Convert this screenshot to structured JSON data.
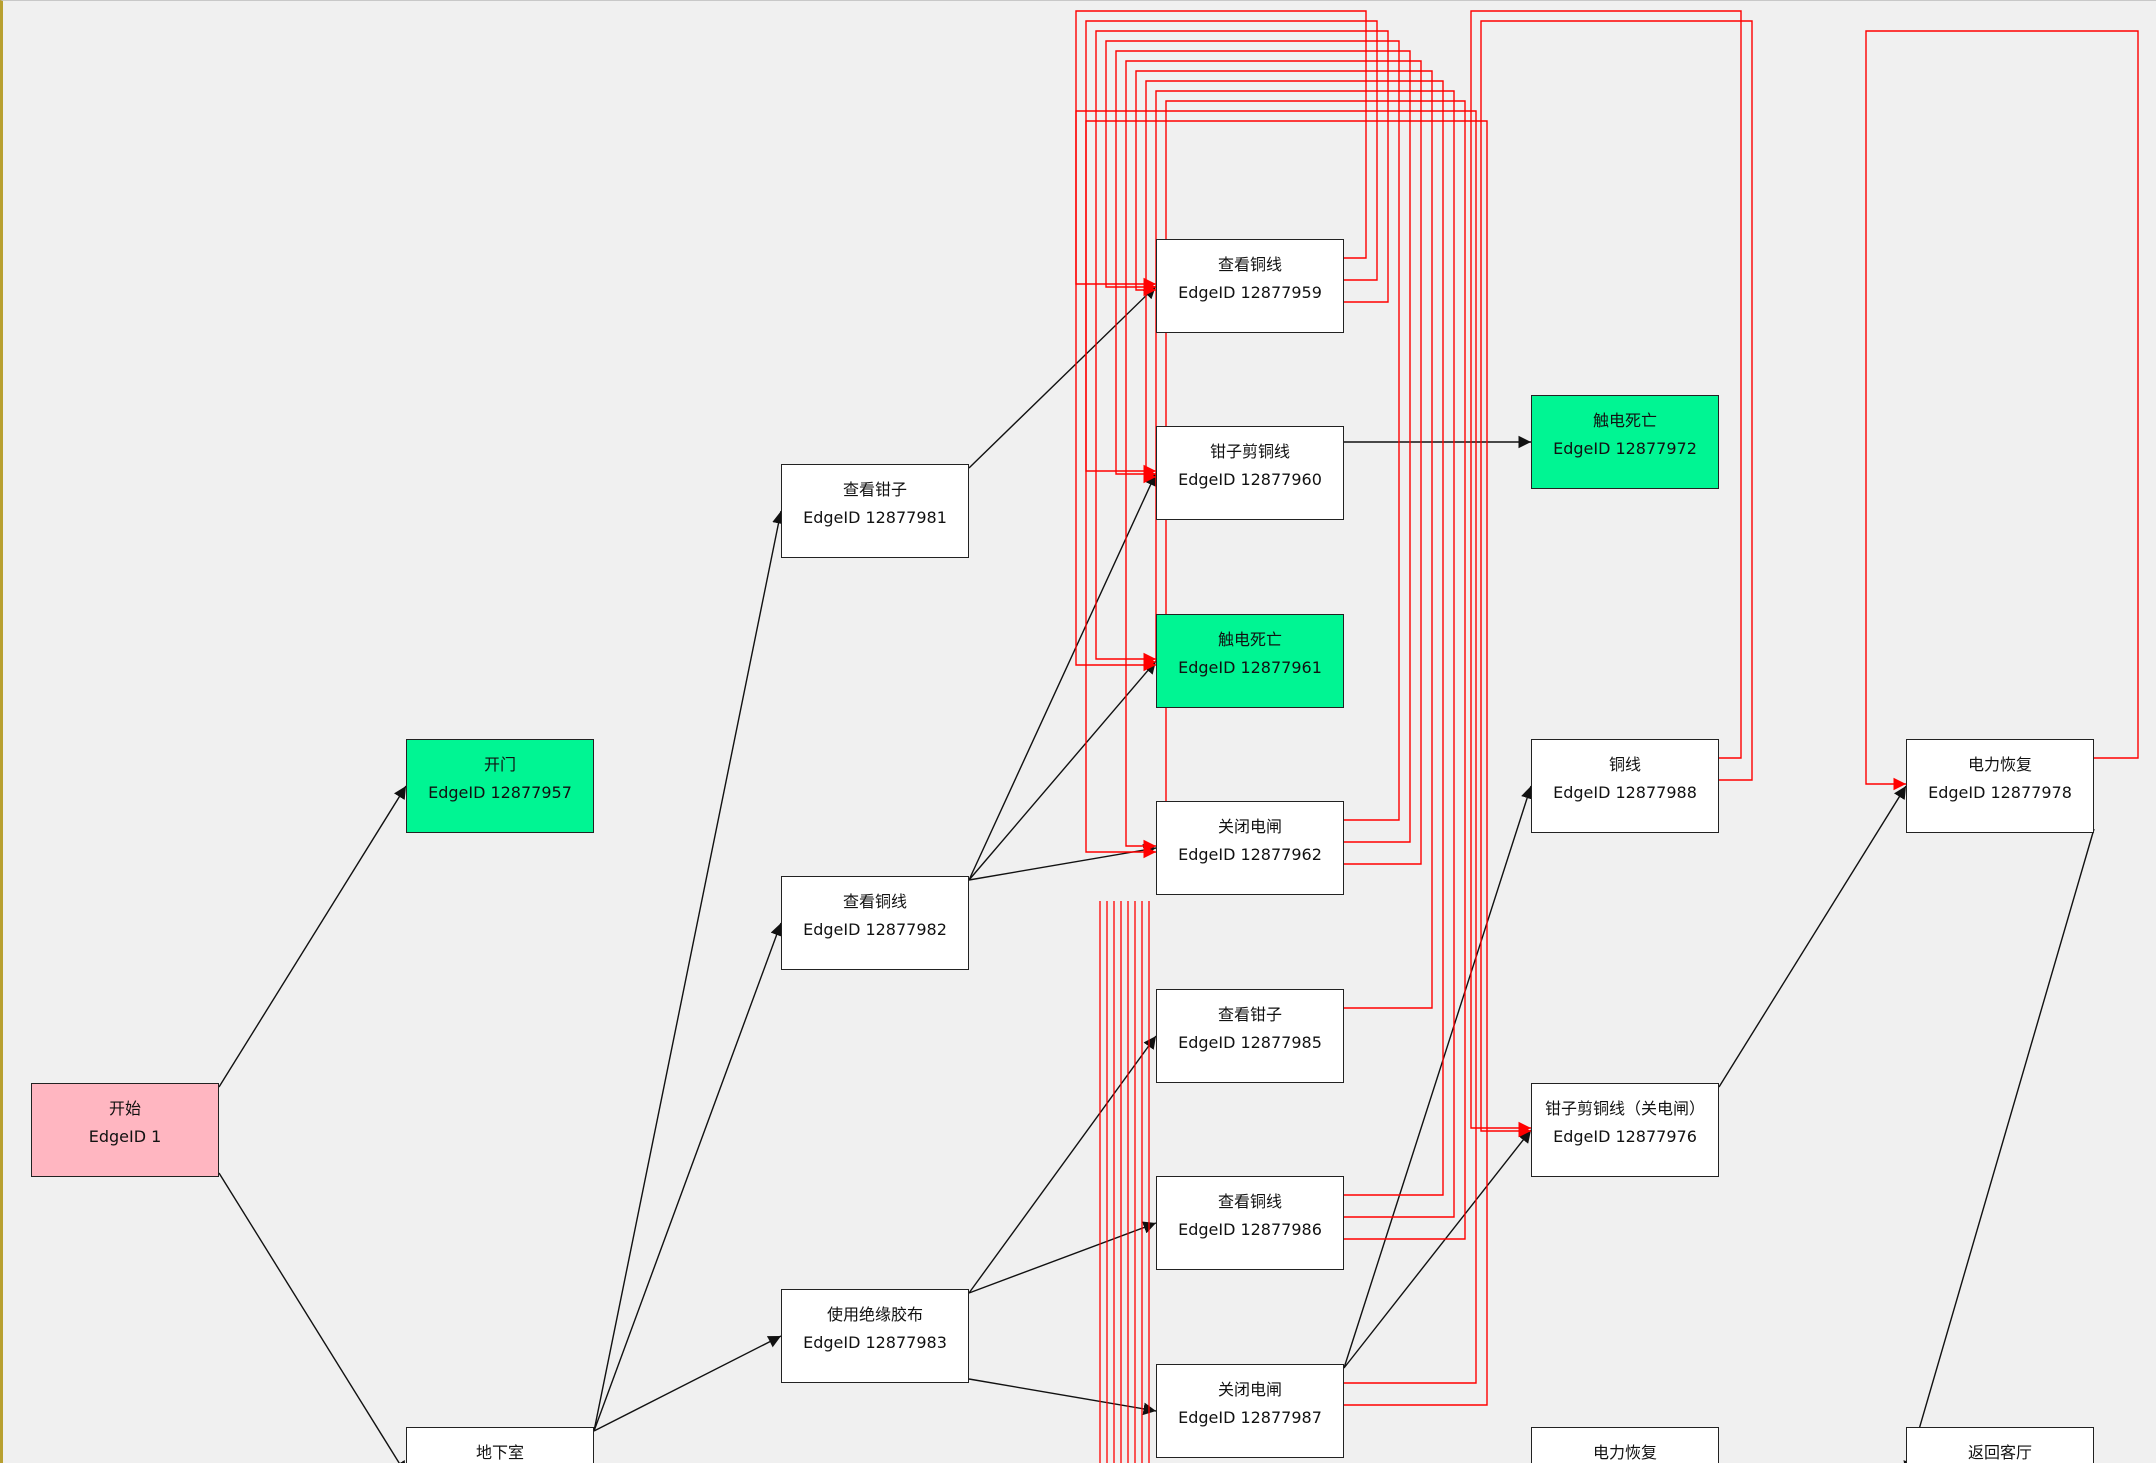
{
  "colors": {
    "background": "#f0f0f0",
    "start_node": "#ffb6c1",
    "end_node": "#00f593",
    "normal_node": "#ffffff",
    "edge": "#111111",
    "back_edge": "#ff0000"
  },
  "edge_id_label": "EdgeID",
  "nodes": [
    {
      "id": "n1",
      "kind": "start",
      "title": "开始",
      "edge_id": "1"
    },
    {
      "id": "n57",
      "kind": "end",
      "title": "开门",
      "edge_id": "12877957"
    },
    {
      "id": "nbase",
      "kind": "normal",
      "title": "地下室",
      "edge_id": ""
    },
    {
      "id": "n81",
      "kind": "normal",
      "title": "查看钳子",
      "edge_id": "12877981"
    },
    {
      "id": "n82",
      "kind": "normal",
      "title": "查看铜线",
      "edge_id": "12877982"
    },
    {
      "id": "n83",
      "kind": "normal",
      "title": "使用绝缘胶布",
      "edge_id": "12877983"
    },
    {
      "id": "n59",
      "kind": "normal",
      "title": "查看铜线",
      "edge_id": "12877959"
    },
    {
      "id": "n60",
      "kind": "normal",
      "title": "钳子剪铜线",
      "edge_id": "12877960"
    },
    {
      "id": "n61",
      "kind": "end",
      "title": "触电死亡",
      "edge_id": "12877961"
    },
    {
      "id": "n62",
      "kind": "normal",
      "title": "关闭电闸",
      "edge_id": "12877962"
    },
    {
      "id": "n85",
      "kind": "normal",
      "title": "查看钳子",
      "edge_id": "12877985"
    },
    {
      "id": "n86",
      "kind": "normal",
      "title": "查看铜线",
      "edge_id": "12877986"
    },
    {
      "id": "n87",
      "kind": "normal",
      "title": "关闭电闸",
      "edge_id": "12877987"
    },
    {
      "id": "n72",
      "kind": "end",
      "title": "触电死亡",
      "edge_id": "12877972"
    },
    {
      "id": "n88",
      "kind": "normal",
      "title": "铜线",
      "edge_id": "12877988"
    },
    {
      "id": "n76",
      "kind": "normal",
      "title": "钳子剪铜线（关电闸）",
      "edge_id": "12877976"
    },
    {
      "id": "npow",
      "kind": "normal",
      "title": "电力恢复",
      "edge_id": ""
    },
    {
      "id": "n78",
      "kind": "normal",
      "title": "电力恢复",
      "edge_id": "12877978"
    },
    {
      "id": "nhall",
      "kind": "normal",
      "title": "返回客厅",
      "edge_id": ""
    }
  ],
  "edges": [
    {
      "from": "n1",
      "to": "n57"
    },
    {
      "from": "n1",
      "to": "nbase"
    },
    {
      "from": "nbase",
      "to": "n81"
    },
    {
      "from": "nbase",
      "to": "n82"
    },
    {
      "from": "nbase",
      "to": "n83"
    },
    {
      "from": "n81",
      "to": "n59"
    },
    {
      "from": "n82",
      "to": "n60"
    },
    {
      "from": "n82",
      "to": "n61"
    },
    {
      "from": "n82",
      "to": "n62"
    },
    {
      "from": "n83",
      "to": "n85"
    },
    {
      "from": "n83",
      "to": "n86"
    },
    {
      "from": "n83",
      "to": "n87"
    },
    {
      "from": "n60",
      "to": "n72"
    },
    {
      "from": "n87",
      "to": "n88"
    },
    {
      "from": "n87",
      "to": "n76"
    },
    {
      "from": "n76",
      "to": "n78"
    },
    {
      "from": "n78",
      "to": "nhall"
    }
  ],
  "back_edges": [
    {
      "from": "n59",
      "to": "n59"
    },
    {
      "from": "n59",
      "to": "n60"
    },
    {
      "from": "n59",
      "to": "n61"
    },
    {
      "from": "n62",
      "to": "n59"
    },
    {
      "from": "n62",
      "to": "n60"
    },
    {
      "from": "n62",
      "to": "n62"
    },
    {
      "from": "n85",
      "to": "n59"
    },
    {
      "from": "n86",
      "to": "n60"
    },
    {
      "from": "n86",
      "to": "n61"
    },
    {
      "from": "n86",
      "to": "n62"
    },
    {
      "from": "n87",
      "to": "n61"
    },
    {
      "from": "n87",
      "to": "n62"
    },
    {
      "from": "n88",
      "to": "n76"
    },
    {
      "from": "n88",
      "to": "n76"
    },
    {
      "from": "n78",
      "to": "n78"
    }
  ]
}
